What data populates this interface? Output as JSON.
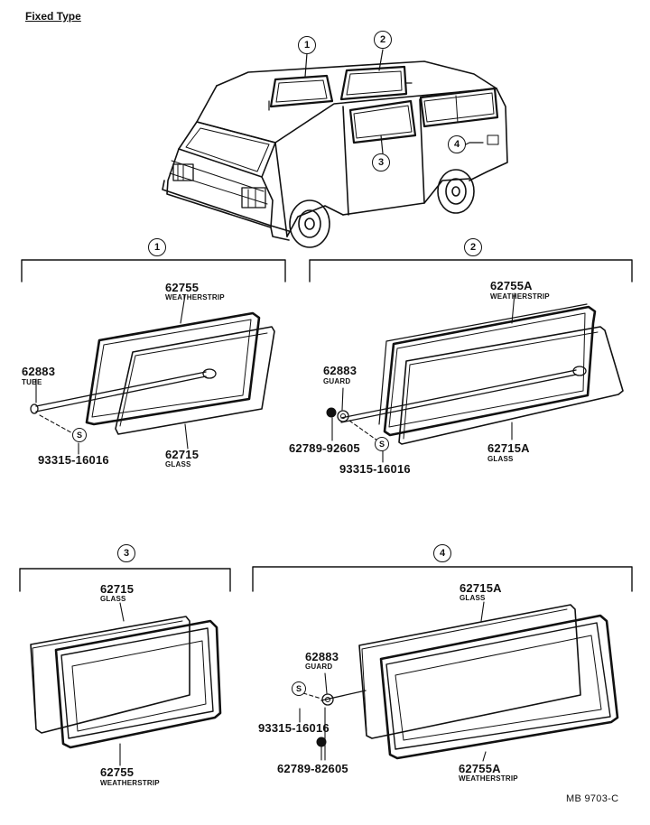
{
  "header": {
    "title": "Fixed Type"
  },
  "footer": {
    "code": "MB 9703-C"
  },
  "callouts": [
    "1",
    "2",
    "3",
    "4"
  ],
  "panels": [
    {
      "id": "1",
      "parts": [
        {
          "num": "62755",
          "name": "WEATHERSTRIP"
        },
        {
          "num": "62883",
          "name": "TUBE"
        },
        {
          "num": "62715",
          "name": "GLASS"
        },
        {
          "num": "93315-16016",
          "name": ""
        }
      ]
    },
    {
      "id": "2",
      "parts": [
        {
          "num": "62755A",
          "name": "WEATHERSTRIP"
        },
        {
          "num": "62883",
          "name": "GUARD"
        },
        {
          "num": "62789-92605",
          "name": ""
        },
        {
          "num": "62715A",
          "name": "GLASS"
        },
        {
          "num": "93315-16016",
          "name": ""
        }
      ]
    },
    {
      "id": "3",
      "parts": [
        {
          "num": "62715",
          "name": "GLASS"
        },
        {
          "num": "62755",
          "name": "WEATHERSTRIP"
        }
      ]
    },
    {
      "id": "4",
      "parts": [
        {
          "num": "62715A",
          "name": "GLASS"
        },
        {
          "num": "62883",
          "name": "GUARD"
        },
        {
          "num": "93315-16016",
          "name": ""
        },
        {
          "num": "62789-82605",
          "name": ""
        },
        {
          "num": "62755A",
          "name": "WEATHERSTRIP"
        }
      ]
    }
  ],
  "fastener_symbol": "S"
}
